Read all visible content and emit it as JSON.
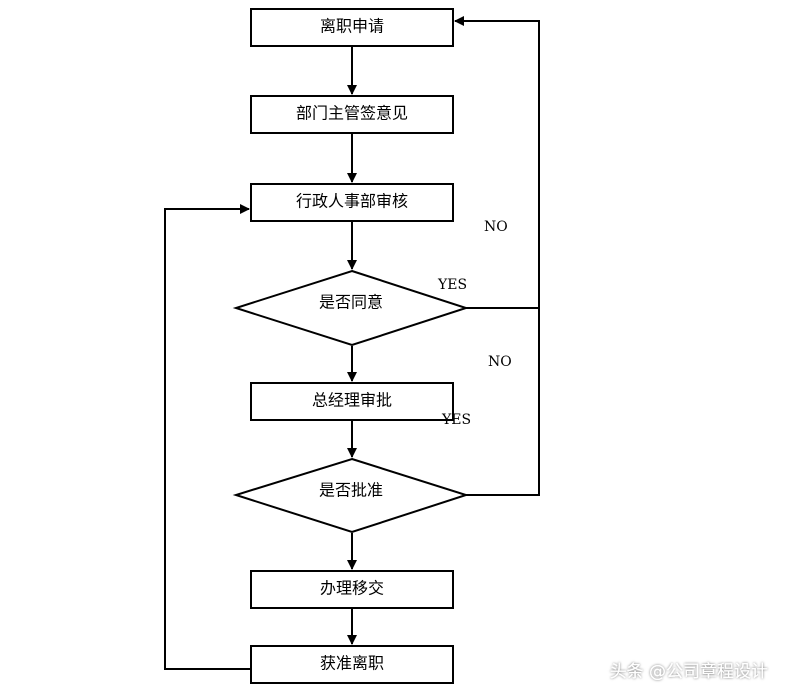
{
  "nodes": {
    "resignation_application": "离职申请",
    "dept_manager_opinion": "部门主管签意见",
    "hr_admin_review": "行政人事部审核",
    "agree_decision": "是否同意",
    "gm_approval": "总经理审批",
    "approve_decision": "是否批准",
    "handover": "办理移交",
    "resignation_granted": "获准离职"
  },
  "edge_labels": {
    "agree_no": "NO",
    "agree_yes": "YES",
    "approve_no": "NO",
    "approve_yes": "YES"
  },
  "watermark": "头条 @公司章程设计",
  "colors": {
    "stroke": "#000000",
    "background": "#ffffff",
    "watermark_text": "#ffffff"
  }
}
